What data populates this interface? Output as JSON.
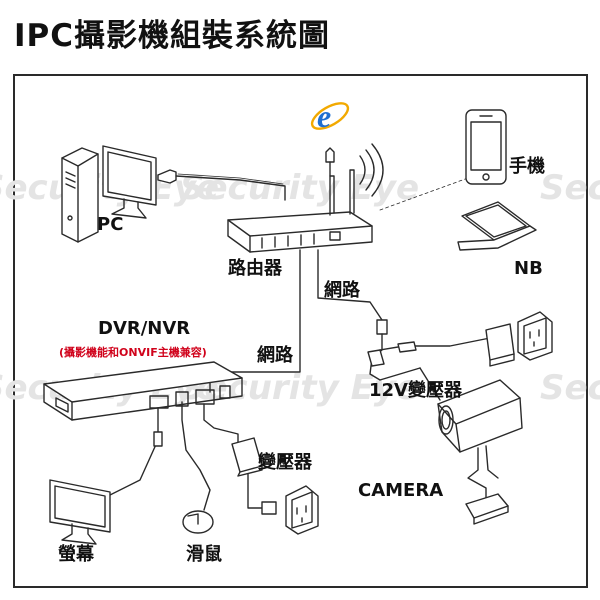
{
  "title": "IPC攝影機組裝系統圖",
  "watermark": "Security Eye",
  "labels": {
    "pc": "PC",
    "phone": "手機",
    "router": "路由器",
    "nb": "NB",
    "network_top": "網路",
    "dvr": "DVR/NVR",
    "dvr_note": "(攝影機能和ONVIF主機兼容)",
    "network_left": "網路",
    "adapter_12v": "12V變壓器",
    "adapter": "變壓器",
    "camera": "CAMERA",
    "monitor": "螢幕",
    "mouse": "滑鼠"
  },
  "colors": {
    "line": "#2a2a2a",
    "ie_blue": "#1f6fd1",
    "note_red": "#d0021b"
  }
}
